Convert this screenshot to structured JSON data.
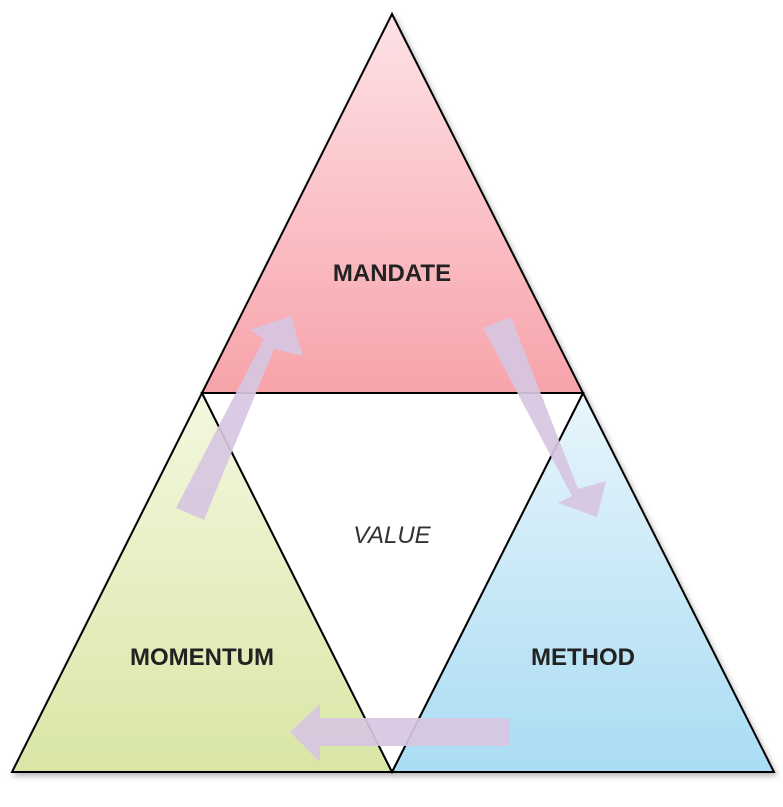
{
  "diagram": {
    "top_label": "MANDATE",
    "left_label": "MOMENTUM",
    "right_label": "METHOD",
    "center_label": "VALUE"
  },
  "colors": {
    "mandate_light": "#fde2e6",
    "mandate_dark": "#f7a3aa",
    "momentum_light": "#f3f8df",
    "momentum_dark": "#d9e6a6",
    "method_light": "#e8f5fb",
    "method_dark": "#a9dcf3",
    "arrow_fill": "#d7c6e1",
    "outline": "#000000"
  }
}
